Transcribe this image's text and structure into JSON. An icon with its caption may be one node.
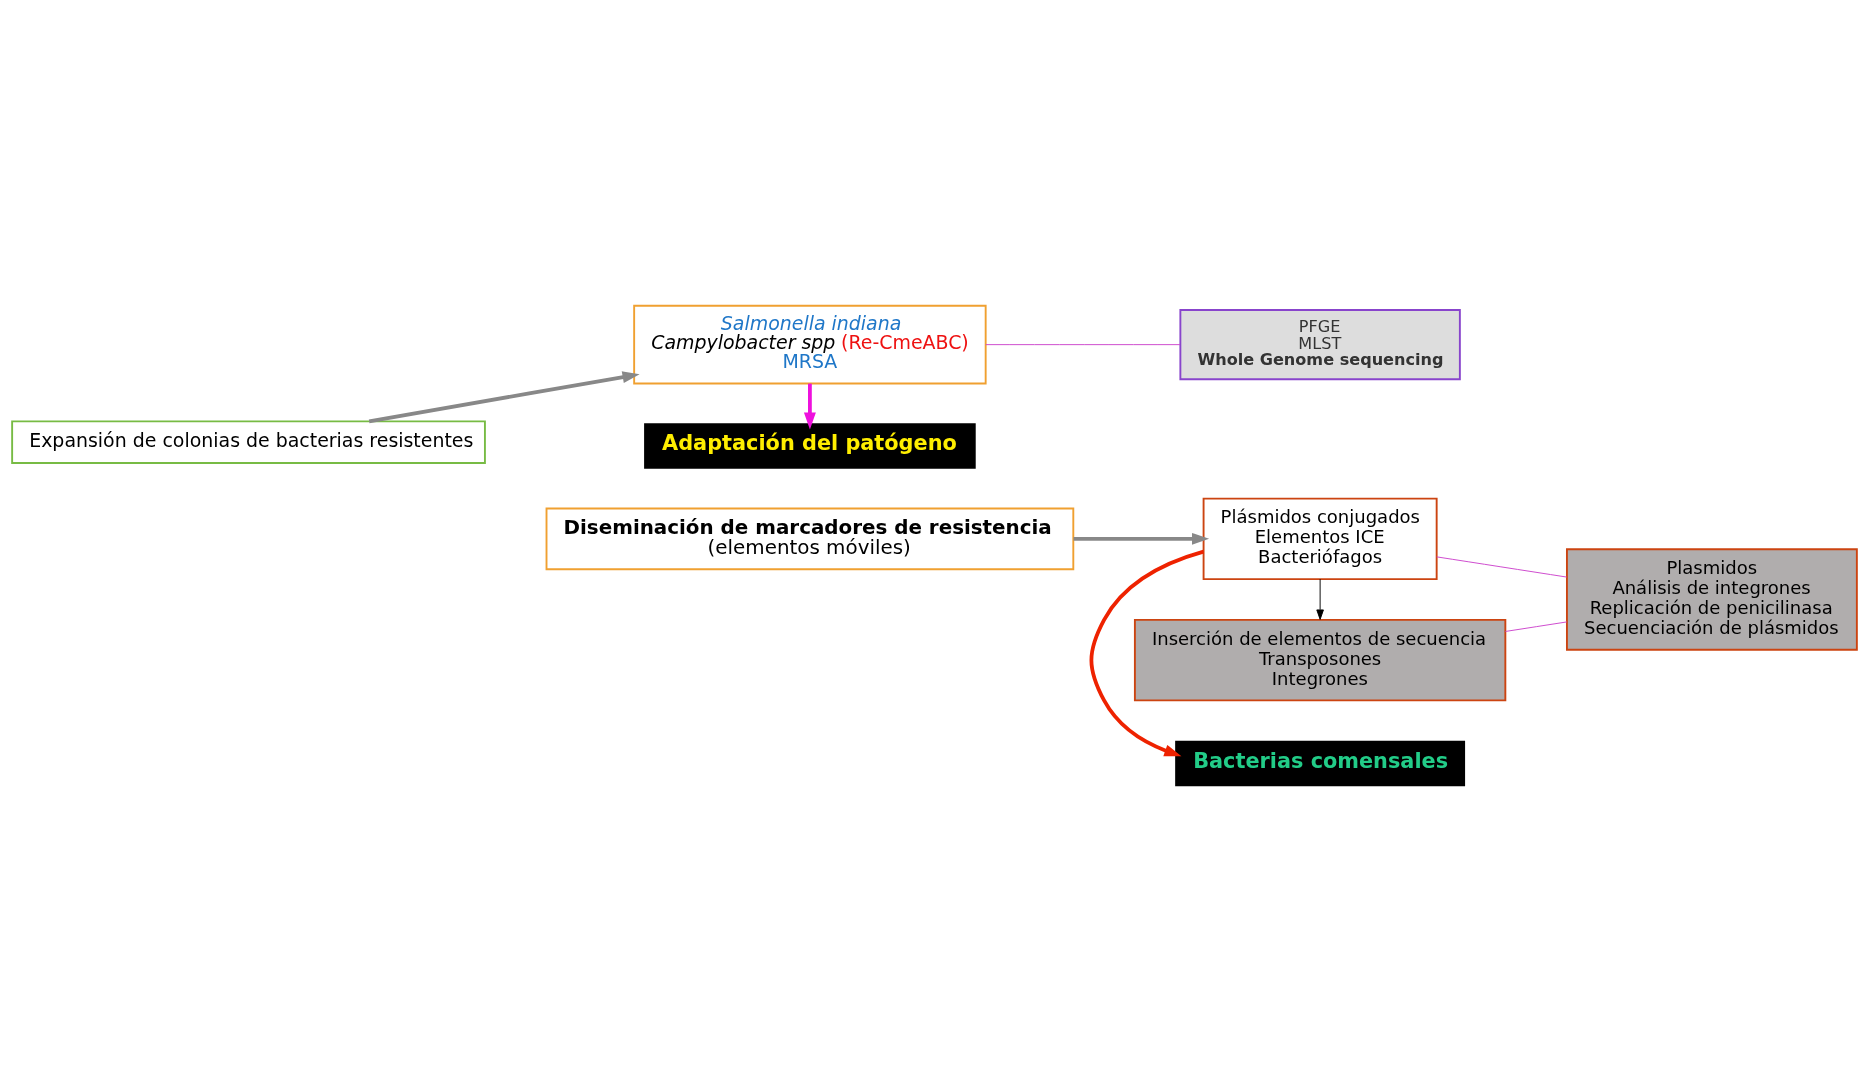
{
  "diagram": {
    "nodes": [
      {
        "text": [
          "Adaptación del patógeno"
        ]
      },
      {
        "text": [
          "Expansión de colonias de bacterias resistentes"
        ]
      },
      {
        "text": [
          "*Salmonella indiana*",
          "*Campylobacter spp* (Re-CmeABC)",
          "MRSA"
        ]
      },
      {
        "text": [
          "PFGE",
          "MLST",
          "Whole Genome sequencing"
        ]
      },
      {
        "text": [
          "Bacterias comensales"
        ]
      },
      {
        "text": [
          "Diseminación de marcadores de resistencia",
          "(elementos móviles)"
        ]
      },
      {
        "text": [
          "Plásmidos conjugados",
          "Elementos ICE",
          "Bacteriófagos"
        ]
      },
      {
        "text": [
          "Inserción de elementos de secuencia",
          "Transposones",
          "Integrones"
        ]
      },
      {
        "text": [
          "Plasmidos",
          "Análisis de integrones",
          "Replicación de penicilinasa",
          "Secuenciación de plásmidos"
        ]
      }
    ],
    "edges": [
      {
        "from": 1,
        "to": 2,
        "arrow": "to",
        "style": "thick",
        "color": "#888888"
      },
      {
        "from": 2,
        "to": 0,
        "arrow": "to",
        "style": "thick",
        "color": "#ee11dd"
      },
      {
        "from": 2,
        "to": 3,
        "arrow": "none",
        "color": "#cc44cc"
      },
      {
        "from": 5,
        "to": 6,
        "arrow": "to",
        "style": "thick",
        "color": "#888888"
      },
      {
        "from": 6,
        "to": 4,
        "arrow": "to",
        "style": "thick",
        "color": "#ee2200"
      },
      {
        "from": 6,
        "to": 7,
        "arrow": "to",
        "color": "#000000"
      },
      {
        "from": 6,
        "to": 8,
        "arrow": "none",
        "color": "#cc44cc"
      },
      {
        "from": 7,
        "to": 8,
        "arrow": "none",
        "color": "#cc44cc"
      }
    ]
  }
}
